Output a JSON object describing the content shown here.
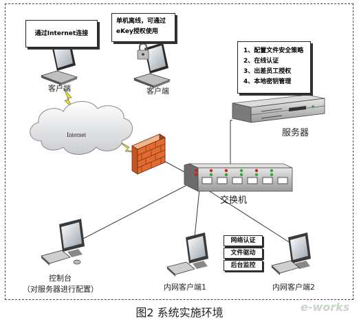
{
  "caption": "图2 系统实施环境",
  "watermark": "e-works",
  "notes": {
    "internet_client": "通过Internet连接",
    "ekey_client": "单机离线，可通过eKey授权使用",
    "server_functions": [
      "1、配置文件安全策略",
      "2、在线认证",
      "3、出差员工授权",
      "4、本地密钥管理"
    ]
  },
  "labels": {
    "client1": "客户端",
    "client2": "客户端",
    "internet": "Internet",
    "server": "服务器",
    "switch": "交换机",
    "console": "控制台",
    "console_sub": "（对服务器进行配置）",
    "intranet_client1": "内网客户端1",
    "intranet_client2": "内网客户端2"
  },
  "client_functions": [
    "网络认证",
    "文件驱动",
    "后台监控"
  ]
}
